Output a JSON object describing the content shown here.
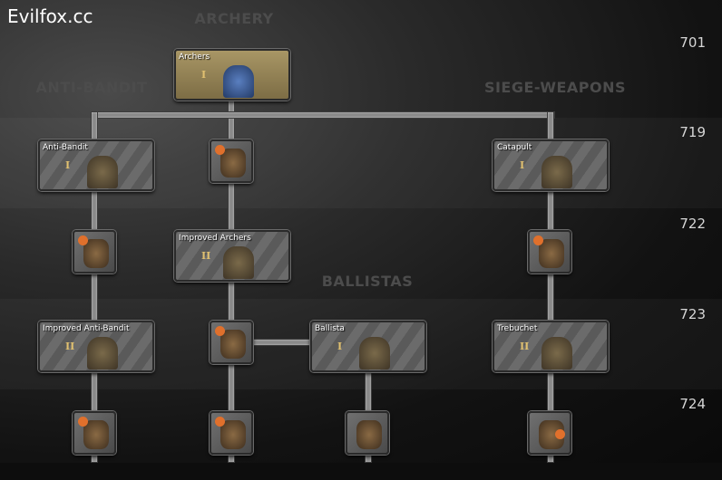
{
  "watermark": "Evilfox.cc",
  "categories": {
    "archery": "ARCHERY",
    "anti_bandit": "ANTI-BANDIT",
    "siege": "SIEGE-WEAPONS",
    "ballistas": "BALLISTAS"
  },
  "rows": [
    "701",
    "719",
    "722",
    "723",
    "724"
  ],
  "cards": {
    "archers": {
      "title": "Archers",
      "rank": "I"
    },
    "anti_bandit": {
      "title": "Anti-Bandit",
      "rank": "I"
    },
    "catapult": {
      "title": "Catapult",
      "rank": "I"
    },
    "improved_archers": {
      "title": "Improved Archers",
      "rank": "II"
    },
    "improved_anti_bandit": {
      "title": "Improved Anti-Bandit",
      "rank": "II"
    },
    "ballista": {
      "title": "Ballista",
      "rank": "I"
    },
    "trebuchet": {
      "title": "Trebuchet",
      "rank": "II"
    }
  }
}
